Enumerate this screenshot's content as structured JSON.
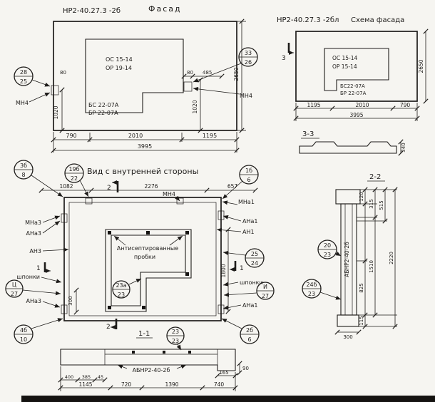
{
  "facade": {
    "title": "НР2-40.27.3 -2б",
    "subtitle": "Фасад",
    "win1": "ОС 15-14",
    "win2": "ОР 19-14",
    "beam1": "БС 22-07А",
    "beam2": "БР 22-07А",
    "mn4l": "МН4",
    "mn4r": "МН4",
    "c1t": "28",
    "c1b": "25",
    "c2t": "33",
    "c2b": "26",
    "d80l": "80",
    "d80r": "80",
    "d485": "485",
    "v1020l": "1020",
    "v1020r": "1020",
    "v2650": "2650",
    "b1": "790",
    "b2": "2010",
    "b3": "1195",
    "btot": "3995"
  },
  "scheme": {
    "title": "НР2-40.27.3 -2бл",
    "subtitle": "Схема фасада",
    "win1": "ОС 15-14",
    "win2": "ОР 15-14",
    "beam1": "БС22-07А",
    "beam2": "БР 22-07А",
    "sec3l": "3",
    "b1": "1195",
    "b2": "2010",
    "b3": "790",
    "btot": "3995",
    "v2650": "2650",
    "sec33": "3-3",
    "d340": "340"
  },
  "inner": {
    "title": "Вид с внутренней стороны",
    "c3b_t": "3б",
    "c3b_b": "8",
    "c19b_t": "19б",
    "c19b_b": "22",
    "c1b_t": "1б",
    "c1b_b": "6",
    "c25_t": "25",
    "c25_b": "24",
    "c23a_t": "23а",
    "c23a_b": "23",
    "cts_t": "Ц",
    "cts_b": "27",
    "cis_t": "И",
    "cis_b": "27",
    "c4b_t": "4б",
    "c4b_b": "10",
    "c2b_t": "2б",
    "c2b_b": "6",
    "mn4": "МН4",
    "mna1": "МНа1",
    "ana1a": "АНа1",
    "an1": "АН1",
    "shponki_r": "шпонки",
    "ana1b": "АНа1",
    "mna3": "МНа3",
    "ana3a": "АНа3",
    "an3": "АН3",
    "shponki_l": "шпонки",
    "ana3b": "АНа3",
    "note1": "Антисептированные",
    "note2": "пробки",
    "d1": "1082",
    "d2": "2276",
    "d3": "657",
    "d1800": "1800",
    "d300": "300",
    "s2t": "2",
    "s2b": "2",
    "s1l": "1",
    "s1r": "1"
  },
  "s11": {
    "title": "1-1",
    "ct": "23",
    "cb": "23",
    "label": "АБНР2-40-2б",
    "da": "400",
    "db": "385",
    "dc": "45",
    "d165": "165",
    "d90": "90",
    "b1": "1145",
    "b2": "720",
    "b3": "1390",
    "b4": "740"
  },
  "s22": {
    "title": "2-2",
    "c20t": "20",
    "c20b": "23",
    "c24t": "24б",
    "c24b": "23",
    "label": "АБНР2-40-2б",
    "d120": "120",
    "d315": "315",
    "d515": "515",
    "d1510": "1510",
    "d2220": "2220",
    "d825": "825",
    "d115": "115",
    "d300": "300"
  }
}
